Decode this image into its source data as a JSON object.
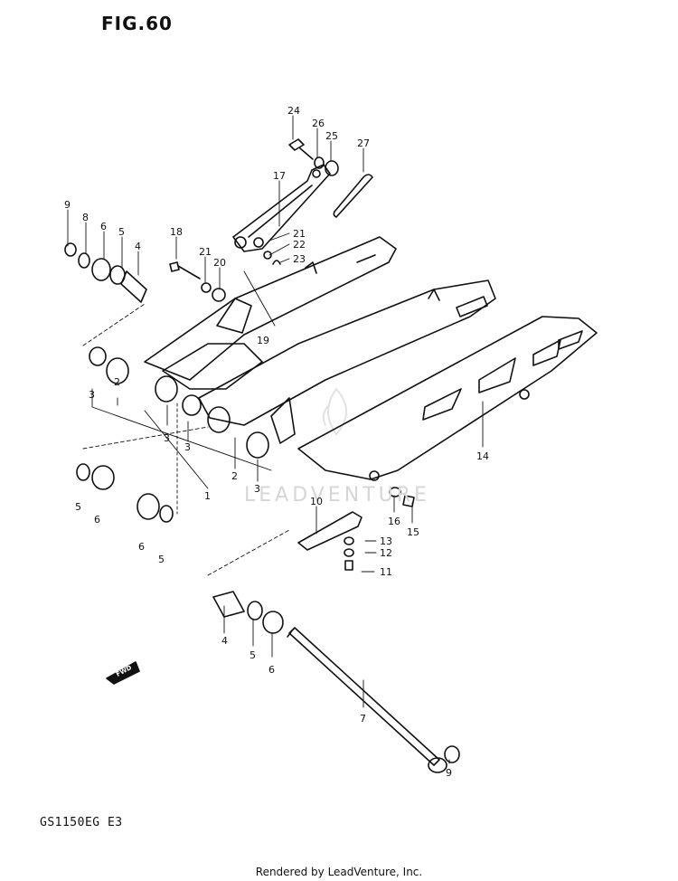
{
  "figure_title": "FIG.60",
  "model_code": "GS1150EG E3",
  "credit": "Rendered by LeadVenture, Inc.",
  "watermark": "LEADVENTURE",
  "fwd_label": "FWD",
  "callouts": [
    {
      "id": "c24a",
      "text": "24"
    },
    {
      "id": "c26",
      "text": "26"
    },
    {
      "id": "c25",
      "text": "25"
    },
    {
      "id": "c27",
      "text": "27"
    },
    {
      "id": "c17",
      "text": "17"
    },
    {
      "id": "c21a",
      "text": "21"
    },
    {
      "id": "c22",
      "text": "22"
    },
    {
      "id": "c23",
      "text": "23"
    },
    {
      "id": "c9a",
      "text": "9"
    },
    {
      "id": "c8",
      "text": "8"
    },
    {
      "id": "c6a",
      "text": "6"
    },
    {
      "id": "c5a",
      "text": "5"
    },
    {
      "id": "c4a",
      "text": "4"
    },
    {
      "id": "c18",
      "text": "18"
    },
    {
      "id": "c21b",
      "text": "21"
    },
    {
      "id": "c20",
      "text": "20"
    },
    {
      "id": "c19",
      "text": "19"
    },
    {
      "id": "c3a",
      "text": "3"
    },
    {
      "id": "c2a",
      "text": "2"
    },
    {
      "id": "c3b",
      "text": "3"
    },
    {
      "id": "c3c",
      "text": "3"
    },
    {
      "id": "c1",
      "text": "1"
    },
    {
      "id": "c2b",
      "text": "2"
    },
    {
      "id": "c3d",
      "text": "3"
    },
    {
      "id": "c5b",
      "text": "5"
    },
    {
      "id": "c6b",
      "text": "6"
    },
    {
      "id": "c6c",
      "text": "6"
    },
    {
      "id": "c5c",
      "text": "5"
    },
    {
      "id": "c14",
      "text": "14"
    },
    {
      "id": "c10",
      "text": "10"
    },
    {
      "id": "c16",
      "text": "16"
    },
    {
      "id": "c15",
      "text": "15"
    },
    {
      "id": "c13",
      "text": "13"
    },
    {
      "id": "c12",
      "text": "12"
    },
    {
      "id": "c11",
      "text": "11"
    },
    {
      "id": "c4b",
      "text": "4"
    },
    {
      "id": "c5d",
      "text": "5"
    },
    {
      "id": "c6d",
      "text": "6"
    },
    {
      "id": "c7",
      "text": "7"
    },
    {
      "id": "c9b",
      "text": "9"
    }
  ]
}
